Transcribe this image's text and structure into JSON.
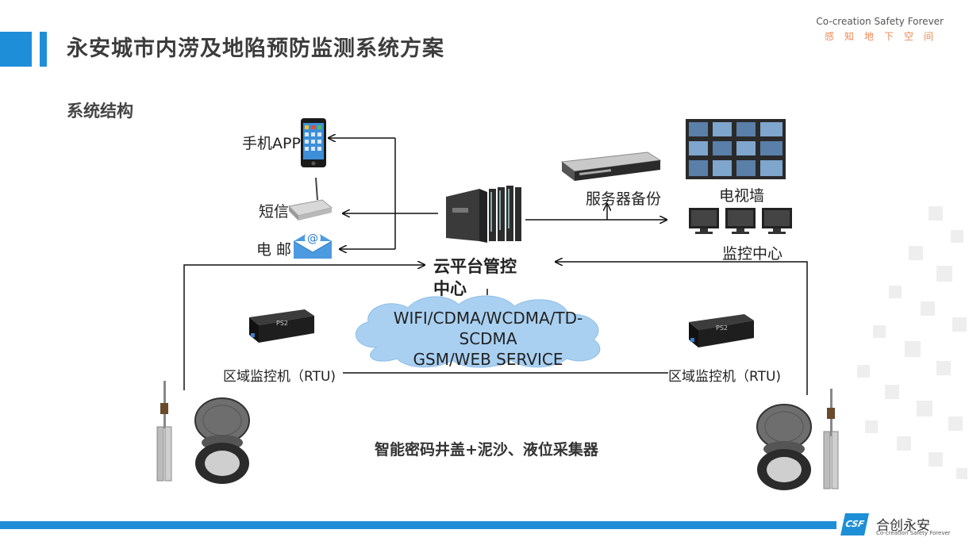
{
  "header": {
    "title": "永安城市内涝及地陷预防监测系统方案",
    "brand_en": "Co-creation Safety Forever",
    "brand_cn": "感知地下空间"
  },
  "section_title": "系统结构",
  "diagram": {
    "mobile_app": "手机APP",
    "sms": "短信",
    "email": "电 邮",
    "cloud_center_line1": "云平台管控",
    "cloud_center_line2": "中心",
    "server_backup": "服务器备份",
    "tv_wall": "电视墙",
    "monitor_center": "监控中心",
    "network_line1": "WIFI/CDMA/WCDMA/TD-",
    "network_line2": "SCDMA",
    "network_line3": "GSM/WEB SERVICE",
    "rtu_left": "区域监控机（RTU)",
    "rtu_right": "区域监控机（RTU)",
    "collector": "智能密码井盖+泥沙、液位采集器"
  },
  "footer": {
    "logo_text": "CSF",
    "brand": "合创永安",
    "slogan": "Co-creation Safety Forever"
  },
  "colors": {
    "accent": "#1f8ed8",
    "brand_orange": "#ef8a58",
    "cloud": "#9cc8ee"
  }
}
